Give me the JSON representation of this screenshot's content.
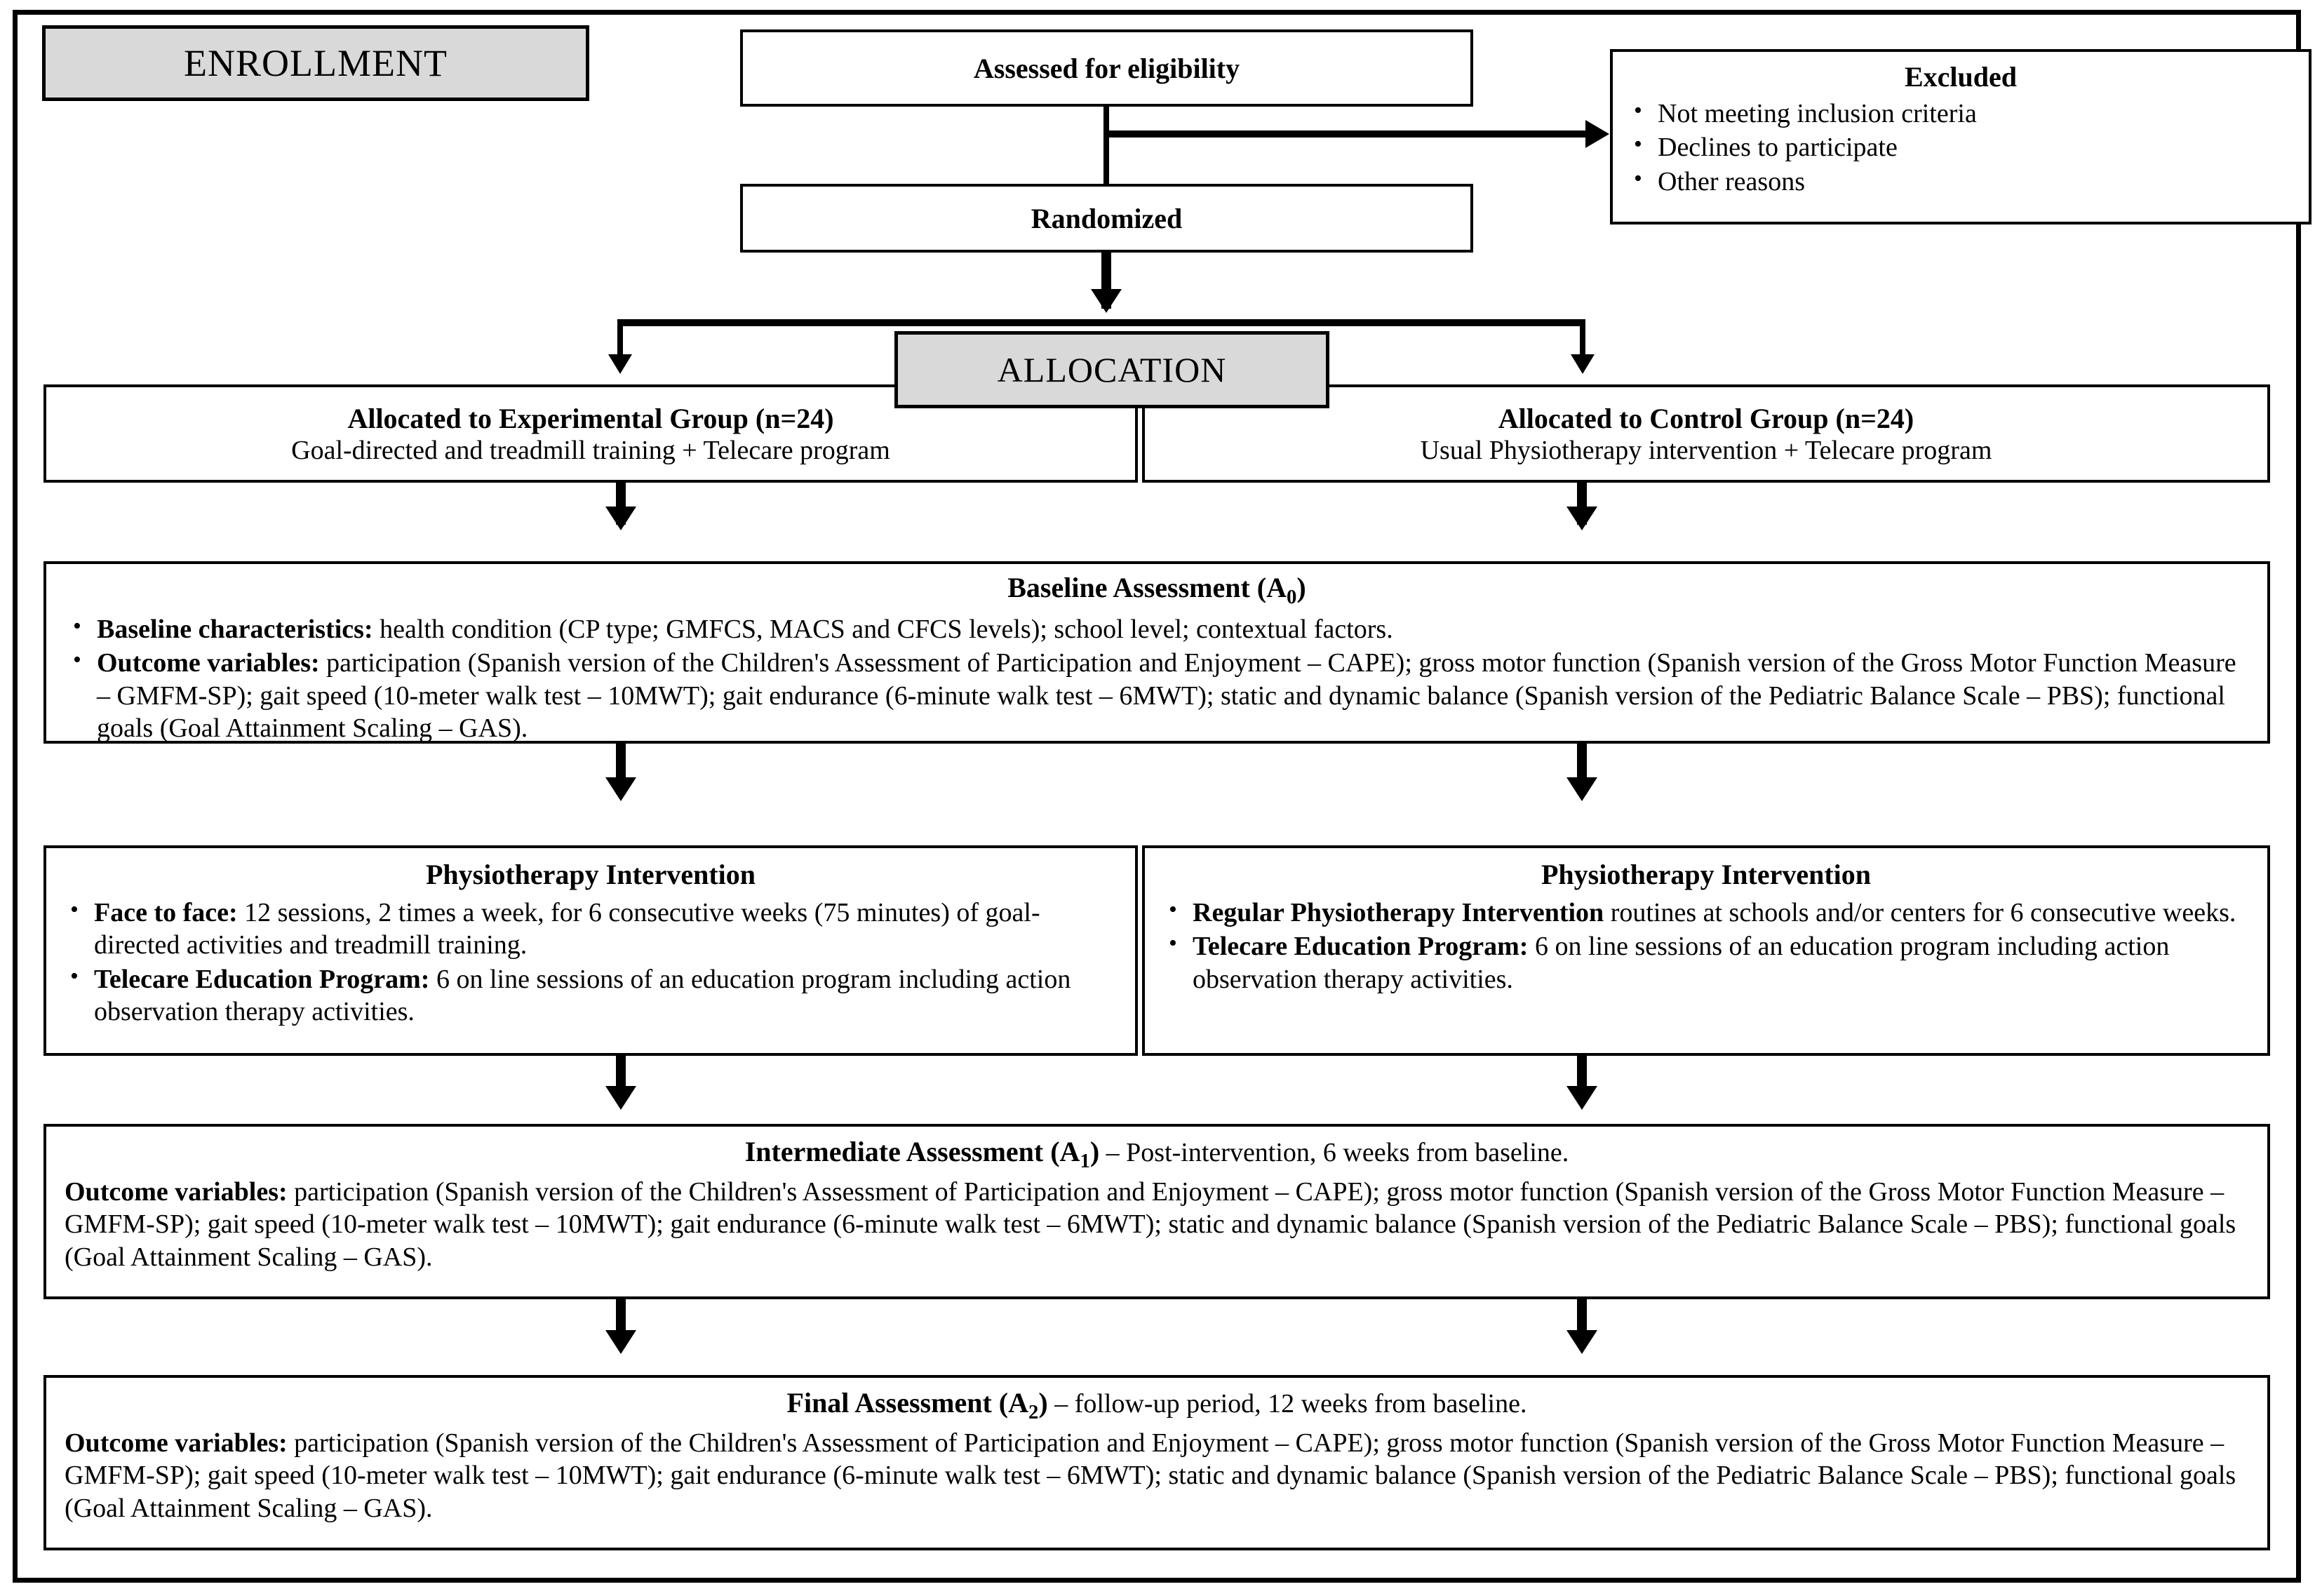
{
  "diagram": {
    "title": "CONSORT-style flow diagram of a randomized controlled trial",
    "stage_labels": {
      "enrollment": "ENROLLMENT",
      "allocation": "ALLOCATION"
    },
    "nodes": {
      "assessed": {
        "label": "Assessed for eligibility"
      },
      "randomized": {
        "label": "Randomized"
      },
      "excluded": {
        "title": "Excluded",
        "items": [
          "Not meeting inclusion criteria",
          "Declines to participate",
          "Other reasons"
        ]
      },
      "experimental": {
        "line1": "Allocated to Experimental Group (n=24)",
        "line2": "Goal-directed and treadmill training + Telecare program"
      },
      "control": {
        "line1": "Allocated to Control Group (n=24)",
        "line2": "Usual Physiotherapy intervention + Telecare program"
      },
      "baseline": {
        "title_prefix": "Baseline Assessment (A",
        "title_sub": "0",
        "title_suffix": ")",
        "items": [
          {
            "bold": "Baseline characteristics:",
            "text": " health condition (CP type; GMFCS, MACS and CFCS levels); school level; contextual factors."
          },
          {
            "bold": "Outcome variables:",
            "text": " participation (Spanish version of the Children's Assessment of Participation and Enjoyment – CAPE); gross motor function (Spanish version of the Gross Motor Function Measure – GMFM-SP); gait speed (10-meter walk test – 10MWT); gait endurance (6-minute walk test – 6MWT); static and dynamic balance (Spanish version of the Pediatric Balance Scale – PBS); functional goals (Goal Attainment Scaling – GAS)."
          }
        ]
      },
      "physio_exp": {
        "title": "Physiotherapy Intervention",
        "items": [
          {
            "bold": "Face to face:",
            "text": " 12 sessions, 2 times a week, for 6 consecutive weeks (75 minutes) of goal-directed activities and treadmill training."
          },
          {
            "bold": "Telecare Education Program:",
            "text": " 6 on line sessions of an education program including action observation therapy activities."
          }
        ]
      },
      "physio_ctl": {
        "title": "Physiotherapy Intervention",
        "items": [
          {
            "bold": "Regular Physiotherapy Intervention",
            "text": " routines at schools and/or centers for 6 consecutive weeks."
          },
          {
            "bold": "Telecare Education Program:",
            "text": " 6 on line sessions of an education program including action observation therapy activities."
          }
        ]
      },
      "intermediate": {
        "title_prefix": "Intermediate Assessment (A",
        "title_sub": "1",
        "title_suffix": ")",
        "title_tail": " – Post-intervention, 6 weeks from baseline.",
        "body_bold": "Outcome variables:",
        "body_text": " participation (Spanish version of the Children's Assessment of Participation and Enjoyment – CAPE); gross motor function (Spanish version of the Gross Motor Function Measure – GMFM-SP); gait speed (10-meter walk test – 10MWT); gait endurance (6-minute walk test – 6MWT); static and dynamic balance (Spanish version of the Pediatric Balance Scale – PBS); functional goals (Goal Attainment Scaling – GAS)."
      },
      "final": {
        "title_prefix": "Final Assessment (A",
        "title_sub": "2",
        "title_suffix": ")",
        "title_tail": " – follow-up period, 12 weeks from baseline.",
        "body_bold": "Outcome variables:",
        "body_text": " participation (Spanish version of the Children's Assessment of Participation and Enjoyment – CAPE); gross motor function (Spanish version of the Gross Motor Function Measure – GMFM-SP); gait speed (10-meter walk test – 10MWT); gait endurance (6-minute walk test – 6MWT); static and dynamic balance (Spanish version of the Pediatric Balance Scale – PBS); functional goals (Goal Attainment Scaling – GAS)."
      }
    },
    "colors": {
      "stage_label_fill": "#d9d9d9",
      "line": "#000000",
      "box_fill": "#ffffff",
      "text": "#000000"
    }
  }
}
